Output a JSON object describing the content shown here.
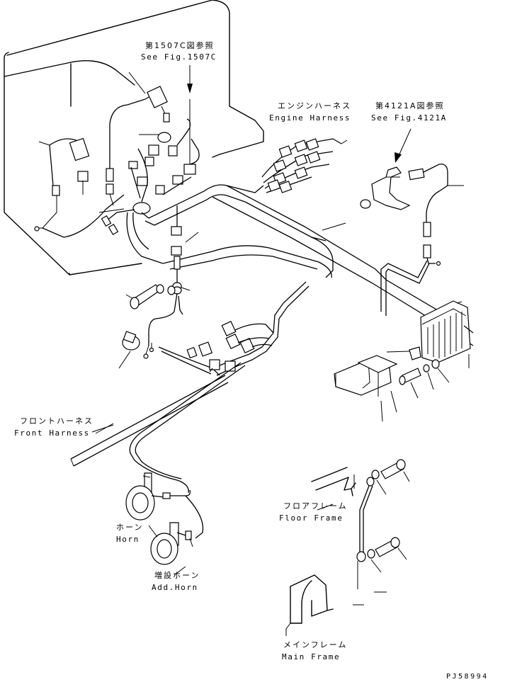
{
  "labels": {
    "ref_1507c_jp": "第1507C図参照",
    "ref_1507c_en": "See Fig.1507C",
    "engine_harness_jp": "エンジンハーネス",
    "engine_harness_en": "Engine Harness",
    "ref_4121a_jp": "第4121A図参照",
    "ref_4121a_en": "See Fig.4121A",
    "front_harness_jp": "フロントハーネス",
    "front_harness_en": "Front Harness",
    "floor_frame_jp": "フロアフレーム",
    "floor_frame_en": "Floor Frame",
    "horn_jp": "ホーン",
    "horn_en": "Horn",
    "add_horn_jp": "増設ホーン",
    "add_horn_en": "Add.Horn",
    "main_frame_jp": "メインフレーム",
    "main_frame_en": "Main Frame",
    "drawing_code": "PJ58994"
  }
}
